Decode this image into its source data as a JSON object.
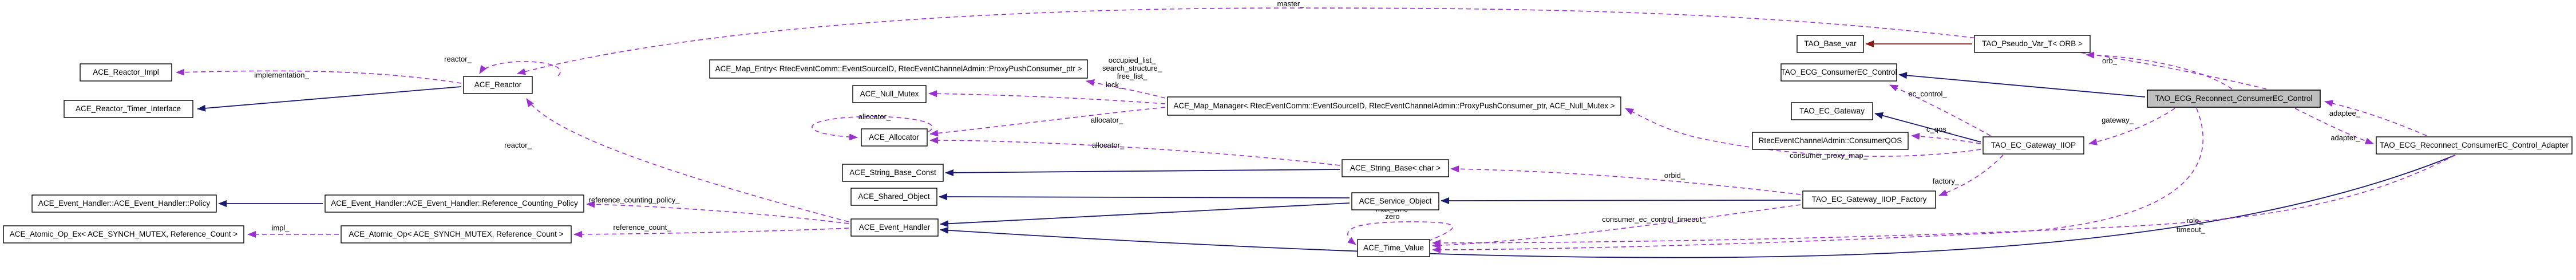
{
  "diagram_type": "doxygen-collaboration-graph",
  "highlighted_class": "TAO_ECG_Reconnect_ConsumerEC_Control",
  "colors": {
    "inheritance_edge": "#191970",
    "protected_inheritance_edge": "#8b1a1a",
    "usage_edge": "#9a32cd",
    "node_fill": "#ffffff",
    "highlight_fill": "#bfbfbf",
    "border": "#000000",
    "background": "#ffffff"
  },
  "nodes": {
    "reactor_impl": {
      "label": "ACE_Reactor_Impl"
    },
    "reactor_timer": {
      "label": "ACE_Reactor_Timer_Interface"
    },
    "reactor": {
      "label": "ACE_Reactor"
    },
    "map_entry": {
      "label": "ACE_Map_Entry< RtecEventComm::EventSourceID, RtecEventChannelAdmin::ProxyPushConsumer_ptr >"
    },
    "null_mutex": {
      "label": "ACE_Null_Mutex"
    },
    "map_manager": {
      "label": "ACE_Map_Manager< RtecEventComm::EventSourceID, RtecEventChannelAdmin::ProxyPushConsumer_ptr, ACE_Null_Mutex >"
    },
    "allocator": {
      "label": "ACE_Allocator"
    },
    "string_base_const": {
      "label": "ACE_String_Base_Const"
    },
    "string_base_char": {
      "label": "ACE_String_Base< char >"
    },
    "shared_object": {
      "label": "ACE_Shared_Object"
    },
    "service_object": {
      "label": "ACE_Service_Object"
    },
    "event_handler": {
      "label": "ACE_Event_Handler"
    },
    "eh_policy": {
      "label": "ACE_Event_Handler::ACE_Event_Handler::Policy"
    },
    "eh_ref_counting_policy": {
      "label": "ACE_Event_Handler::ACE_Event_Handler::Reference_Counting_Policy"
    },
    "atomic_op_ex": {
      "label": "ACE_Atomic_Op_Ex< ACE_SYNCH_MUTEX, Reference_Count >"
    },
    "atomic_op": {
      "label": "ACE_Atomic_Op< ACE_SYNCH_MUTEX, Reference_Count >"
    },
    "time_value": {
      "label": "ACE_Time_Value"
    },
    "tao_base_var": {
      "label": "TAO_Base_var"
    },
    "tao_pseudo_var": {
      "label": "TAO_Pseudo_Var_T< ORB >"
    },
    "ecg_consumerec_control": {
      "label": "TAO_ECG_ConsumerEC_Control"
    },
    "ec_gateway": {
      "label": "TAO_EC_Gateway"
    },
    "consumer_qos": {
      "label": "RtecEventChannelAdmin::ConsumerQOS"
    },
    "ec_gateway_iiop": {
      "label": "TAO_EC_Gateway_IIOP"
    },
    "main": {
      "label": "TAO_ECG_Reconnect_ConsumerEC_Control"
    },
    "adapter": {
      "label": "TAO_ECG_Reconnect_ConsumerEC_Control_Adapter"
    },
    "iiop_factory": {
      "label": "TAO_EC_Gateway_IIOP_Factory"
    }
  },
  "edge_labels": {
    "implementation": "implementation_",
    "reactor_self": "reactor_",
    "master": "master_",
    "reactor_member": "reactor_",
    "occupied_list": "occupied_list_",
    "search_structure": "search_structure_",
    "free_list": "free_list_",
    "lock": "lock_",
    "allocator_self": "allocator_",
    "allocator_manager": "allocator_",
    "allocator_string": "allocator_",
    "orbid": "orbid_",
    "consumer_ec_control_timeout": "consumer_ec_control_timeout_",
    "max_time": "max_time",
    "zero": "zero",
    "impl": "impl_",
    "reference_counting_policy": "reference_counting_policy_",
    "reference_count": "reference_count_",
    "orb": "orb_",
    "ec_control": "ec_control_",
    "gateway": "gateway_",
    "c_qos": "c_qos_",
    "consumer_proxy_map": "consumer_proxy_map_",
    "factory": "factory_",
    "adaptee": "adaptee_",
    "adapter": "adapter_",
    "role": "role_",
    "timeout": "timeout_"
  }
}
